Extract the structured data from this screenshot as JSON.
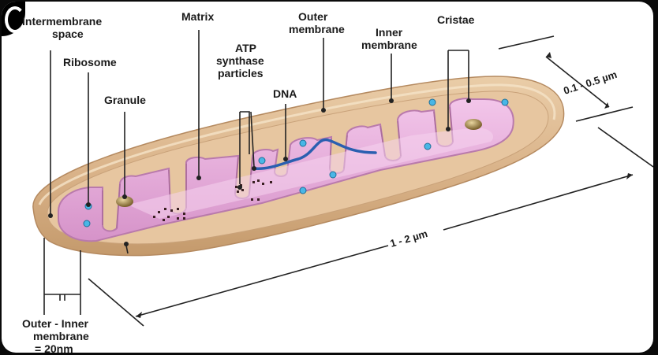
{
  "labels": {
    "intermembrane_space": [
      "Intermembrane",
      "space"
    ],
    "matrix": "Matrix",
    "outer_membrane": [
      "Outer",
      "membrane"
    ],
    "inner_membrane": [
      "Inner",
      "membrane"
    ],
    "cristae": "Cristae",
    "ribosome": "Ribosome",
    "granule": "Granule",
    "atp_synthase": [
      "ATP",
      "synthase",
      "particles"
    ],
    "dna": "DNA",
    "width_dimension": "0.1 - 0.5 µm",
    "length_dimension": "1 - 2 µm",
    "membrane_gap": [
      "Outer - Inner",
      "membrane",
      "= 20nm"
    ]
  },
  "colors": {
    "outer_membrane": "#d9b288",
    "outer_membrane_edge": "#b58a60",
    "inner_membrane": "#e4a9d8",
    "inner_membrane_dark": "#b97aac",
    "matrix": "#f1c7e8",
    "dna": "#2a5fb0",
    "ribosome": "#49b6e6",
    "granule": "#8a6d2e"
  }
}
